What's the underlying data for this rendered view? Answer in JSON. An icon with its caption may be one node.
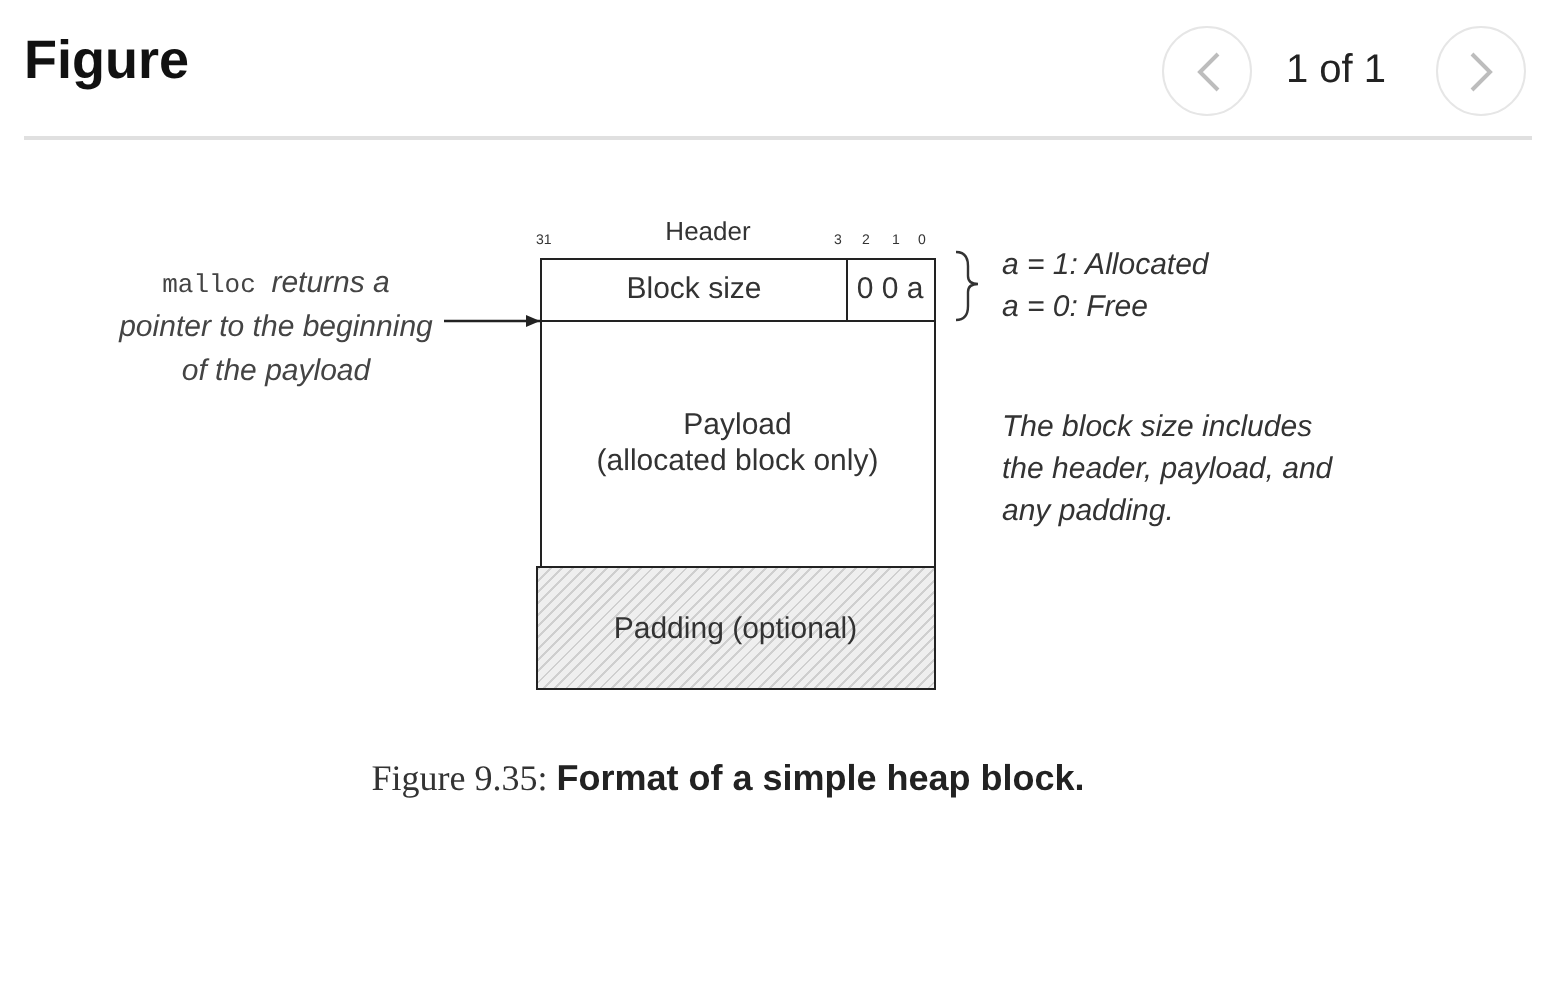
{
  "diagram": {
    "title": "Figure",
    "caption": "Figure 9.35: **Format of a simple heap block.**",
    "nodes": [
      {
        "text": [
          "malloc *returns a pointer to the beginning of the payload*"
        ]
      },
      {
        "text": [
          "Block size"
        ]
      },
      {
        "text": [
          "0 0 a"
        ]
      },
      {
        "text": [
          "Payload",
          "(allocated block only)"
        ]
      },
      {
        "text": [
          "Padding (optional)"
        ]
      }
    ],
    "edges": [
      {
        "from": 0,
        "to": 3,
        "arrow": "to"
      }
    ],
    "labels": [
      "1 of 1",
      "Header",
      "31",
      "3",
      "2",
      "1",
      "0",
      "a = 1: Allocated",
      "a = 0: Free",
      "The block size includes the header, payload, and any padding."
    ]
  }
}
